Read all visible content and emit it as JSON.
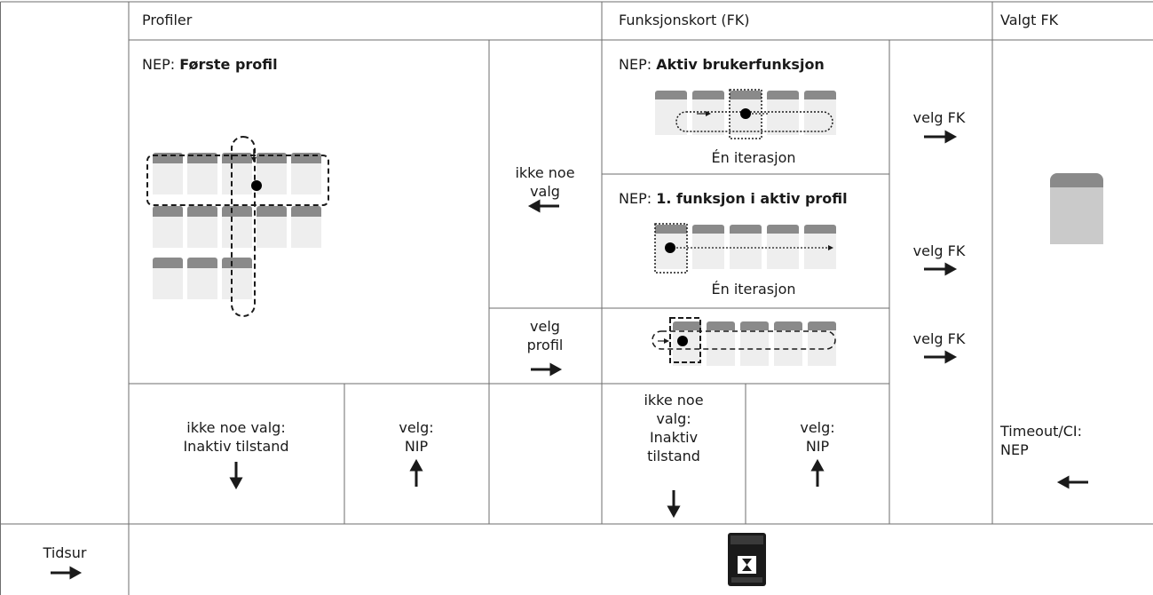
{
  "headers": {
    "profiler": "Profiler",
    "funksjonskort": "Funksjonskort (FK)",
    "valgt_fk": "Valgt FK"
  },
  "profiles_panel": {
    "prefix": "NEP: ",
    "title": "Første profil"
  },
  "no_choice_profile": {
    "line1": "ikke noe",
    "line2": "valg"
  },
  "select_profile": {
    "line1": "velg",
    "line2": "profil"
  },
  "card_panels": {
    "active_user": {
      "prefix": "NEP: ",
      "title": "Aktiv brukerfunksjon",
      "caption": "Én iterasjon"
    },
    "first_function": {
      "prefix": "NEP: ",
      "title": "1. funksjon i aktiv profil",
      "caption": "Én iterasjon"
    }
  },
  "select_card_label": "velg FK",
  "bottom_row": {
    "profiles_no_choice": {
      "line1": "ikke noe valg:",
      "line2": "Inaktiv tilstand"
    },
    "profiles_select": {
      "line1": "velg:",
      "line2": "NIP"
    },
    "cards_no_choice": {
      "line1": "ikke noe",
      "line2": "valg:",
      "line3": "Inaktiv",
      "line4": "tilstand"
    },
    "cards_select": {
      "line1": "velg:",
      "line2": "NIP"
    },
    "timeout": {
      "line1": "Timeout/CI:",
      "line2": "NEP"
    }
  },
  "timer_row": {
    "label": "Tidsur"
  },
  "colors": {
    "card_header": "#8a8a8a",
    "card_body": "#eeeeee",
    "selected_card_header": "#8a8a8a",
    "selected_card_body": "#cacaca",
    "line": "#444444"
  }
}
